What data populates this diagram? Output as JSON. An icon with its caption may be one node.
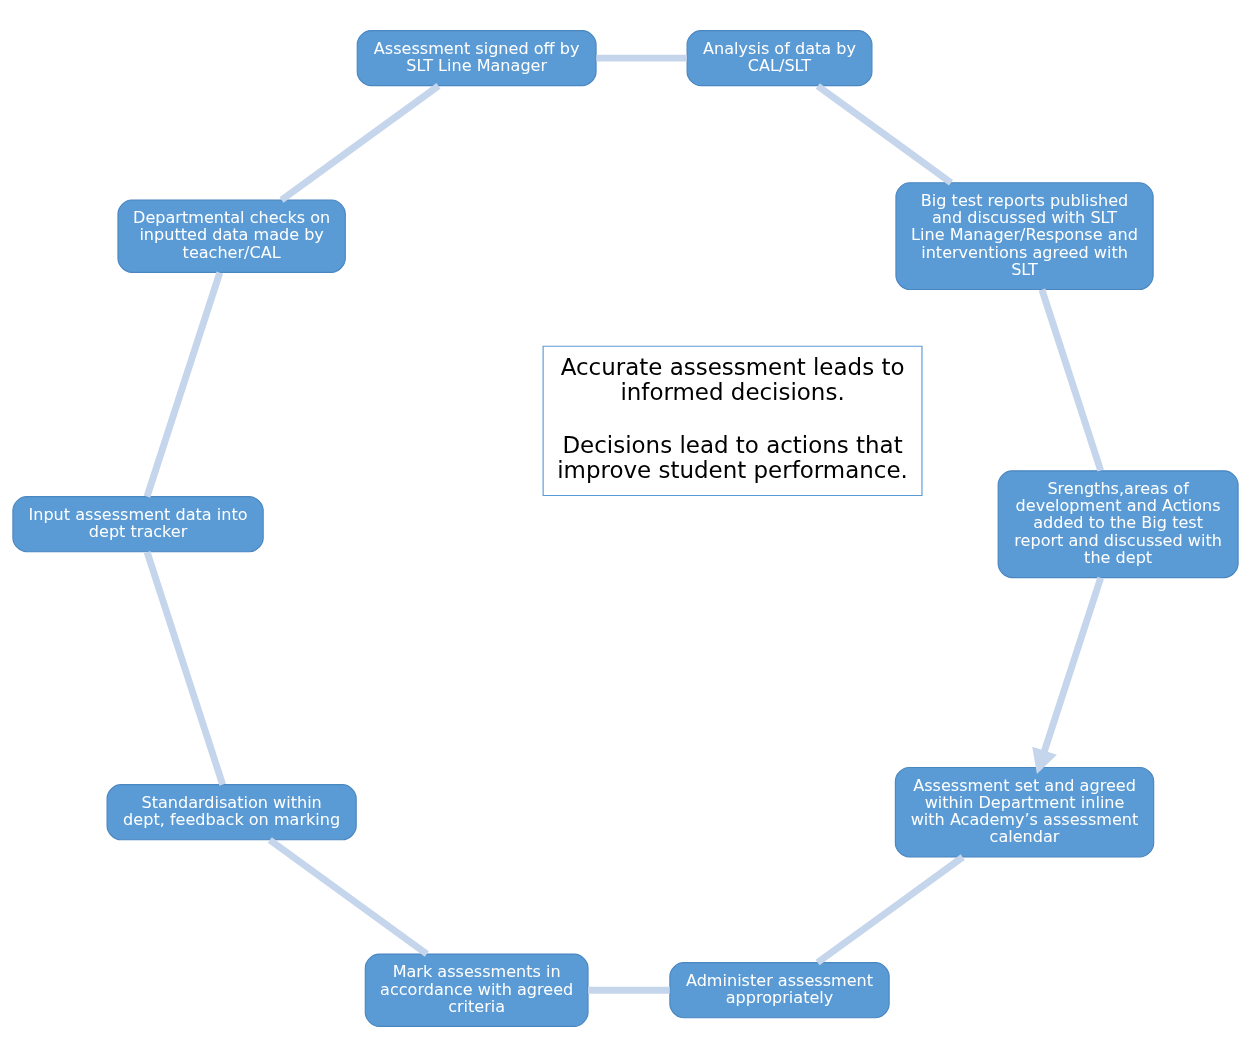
{
  "diagram": {
    "nodes": [
      {
        "text": [
          "Assessment set and agreed within Department inline with Academy’s assessment calendar"
        ]
      },
      {
        "text": [
          "Administer assessment appropriately"
        ]
      },
      {
        "text": [
          "Mark assessments in accordance with agreed criteria"
        ]
      },
      {
        "text": [
          "Standardisation within dept, feedback on marking"
        ]
      },
      {
        "text": [
          "Input assessment data into dept tracker"
        ]
      },
      {
        "text": [
          "Departmental checks on inputted data made by teacher/CAL"
        ]
      },
      {
        "text": [
          "Assessment signed off by SLT Line Manager"
        ]
      },
      {
        "text": [
          "Analysis of data by CAL/SLT"
        ]
      },
      {
        "text": [
          "Big test reports published and discussed with SLT Line Manager/Response and interventions agreed with SLT"
        ]
      },
      {
        "text": [
          "Srengths,areas of development and Actions added to the Big test report and discussed with the dept"
        ]
      },
      {
        "text": [
          "Accurate assessment leads to informed decisions.",
          "Decisions lead to actions that improve student performance."
        ]
      }
    ],
    "edges": [
      {
        "from": 0,
        "to": 1,
        "arrow": "none"
      },
      {
        "from": 1,
        "to": 2,
        "arrow": "none"
      },
      {
        "from": 2,
        "to": 3,
        "arrow": "none"
      },
      {
        "from": 3,
        "to": 4,
        "arrow": "none"
      },
      {
        "from": 4,
        "to": 5,
        "arrow": "none"
      },
      {
        "from": 5,
        "to": 6,
        "arrow": "none"
      },
      {
        "from": 6,
        "to": 7,
        "arrow": "none"
      },
      {
        "from": 7,
        "to": 8,
        "arrow": "none"
      },
      {
        "from": 8,
        "to": 9,
        "arrow": "none"
      },
      {
        "from": 9,
        "to": 0,
        "arrow": "to"
      }
    ]
  }
}
